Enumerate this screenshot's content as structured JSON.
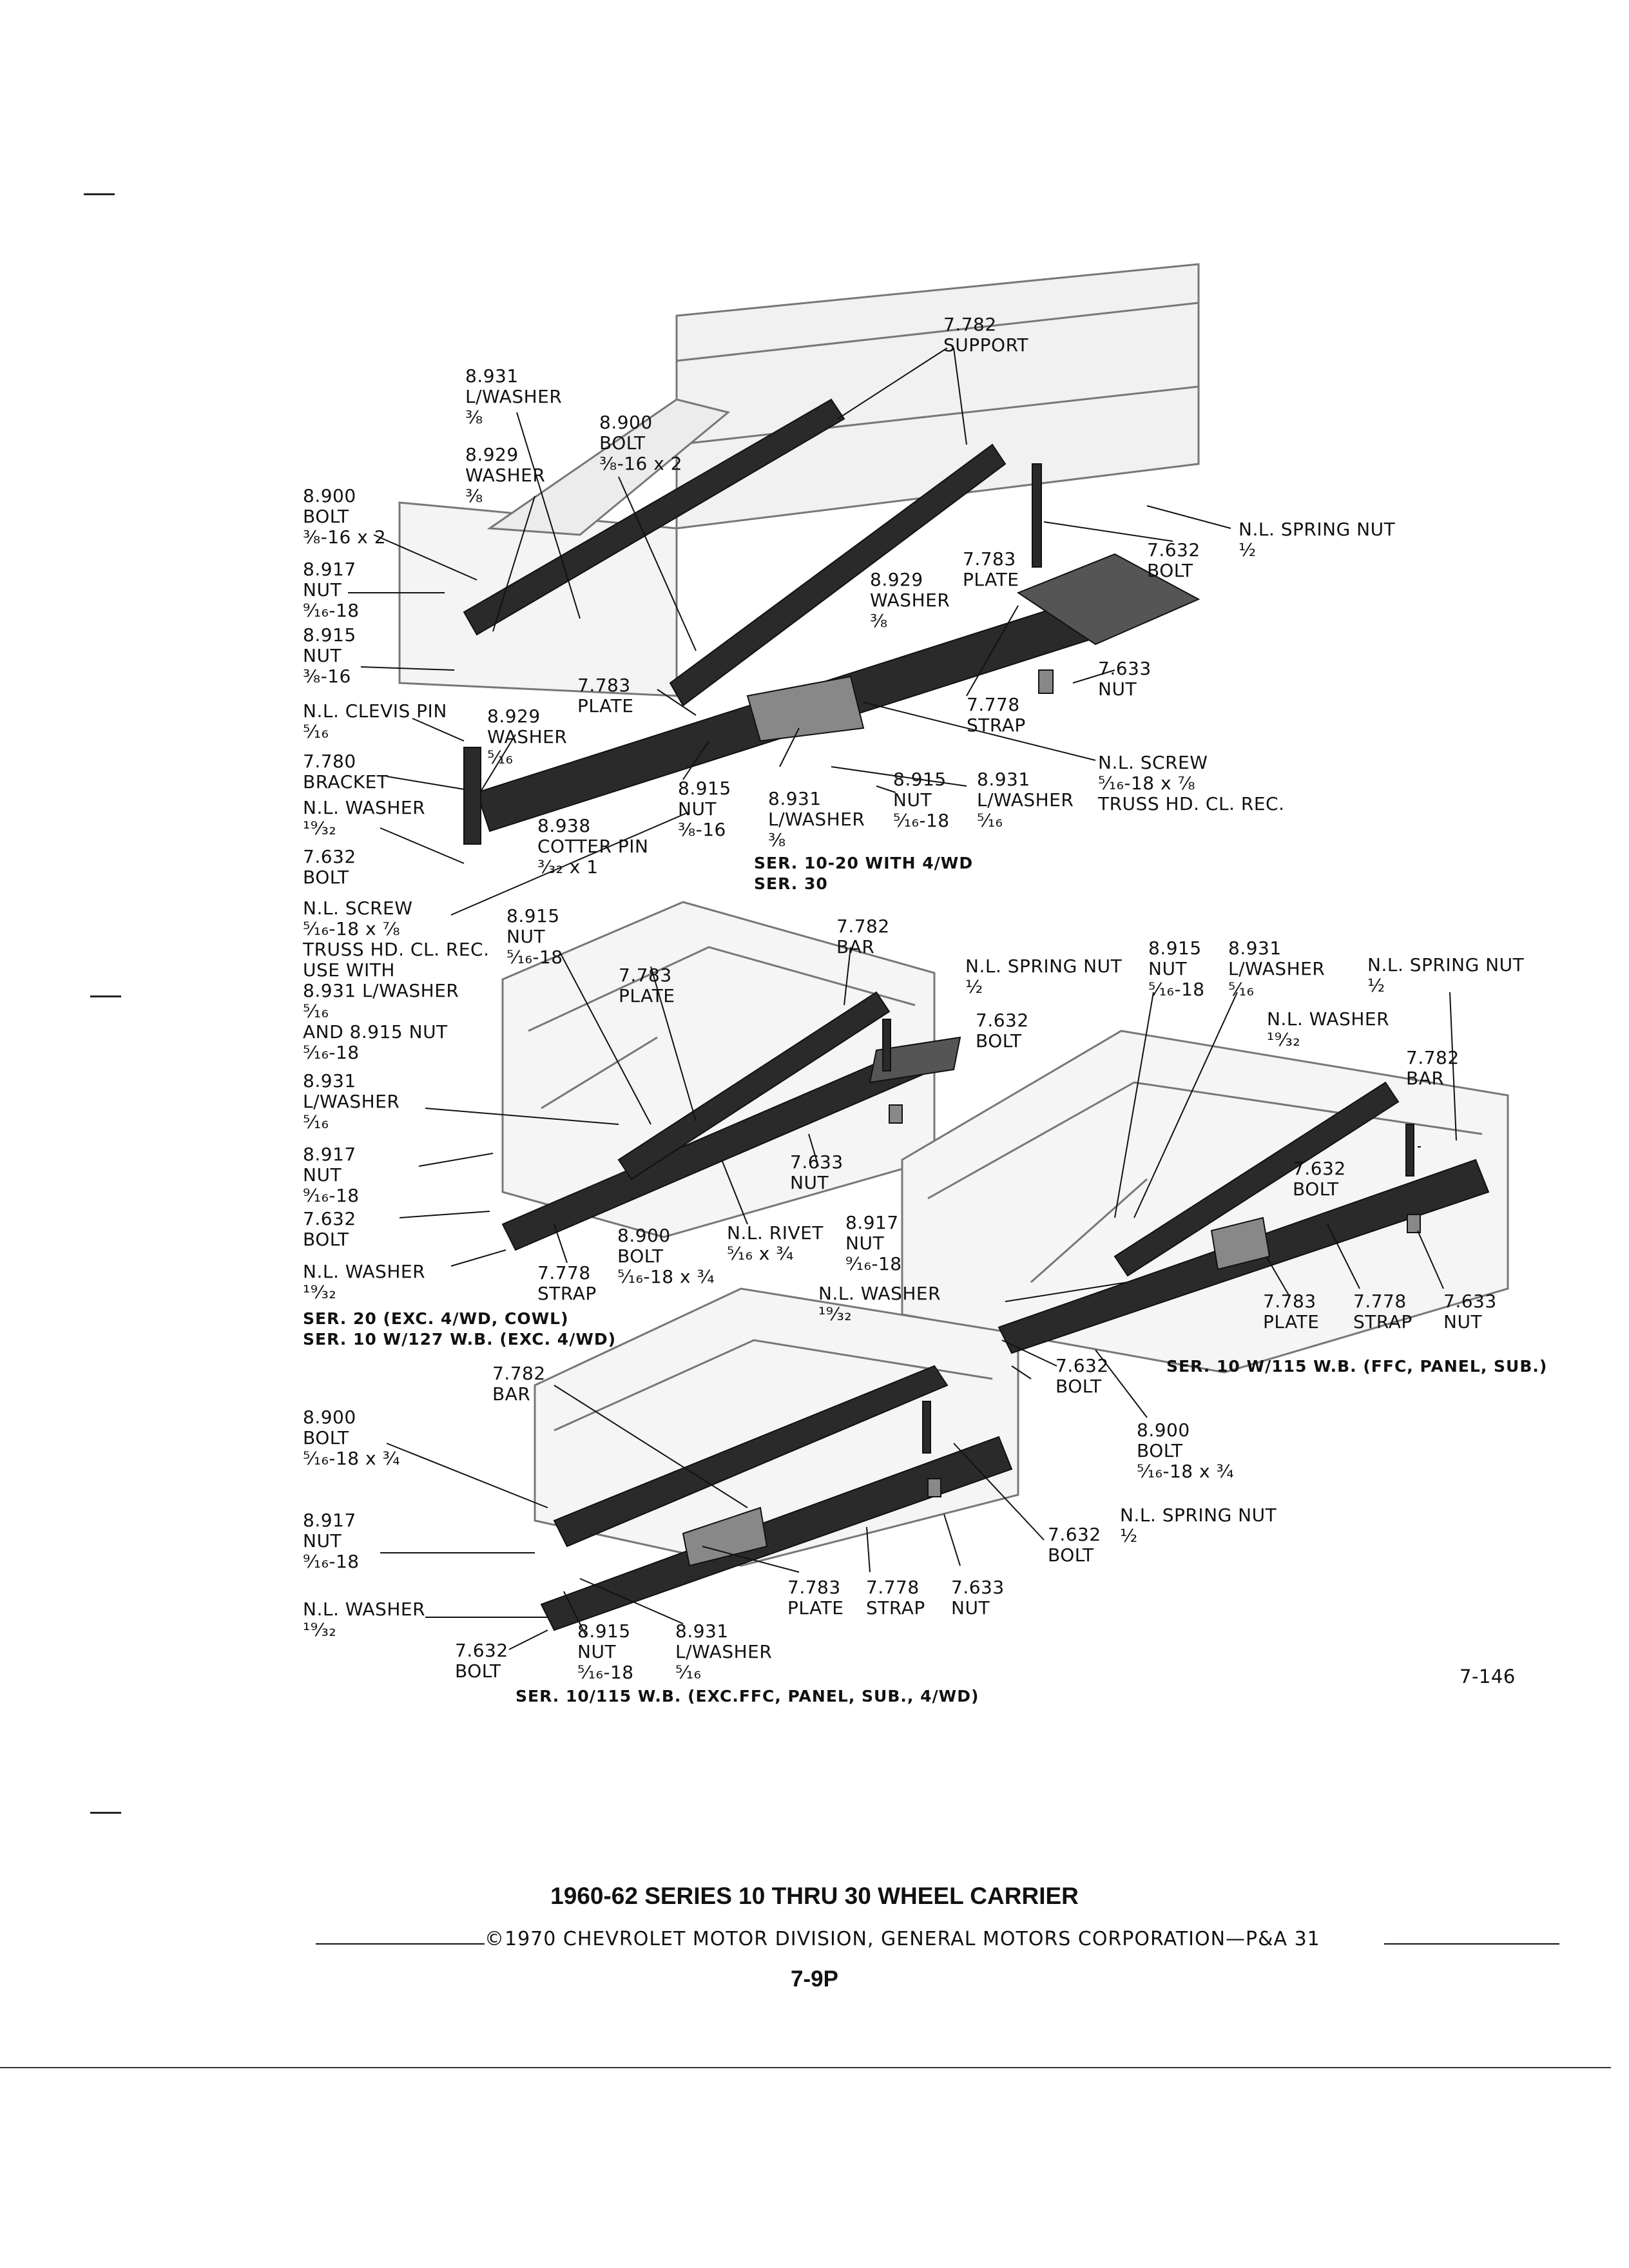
{
  "figure_number": "7-146",
  "title": "1960-62 SERIES 10 THRU 30 WHEEL CARRIER",
  "copyright": "©1970 CHEVROLET MOTOR DIVISION, GENERAL MOTORS CORPORATION—P&A 31",
  "page_number": "7-9P",
  "captions": {
    "view1": "SER. 10-20 WITH 4/WD",
    "view1b": "SER. 30",
    "view2": "SER. 20 (EXC. 4/WD, COWL)",
    "view2b": "SER. 10 W/127 W.B. (EXC. 4/WD)",
    "view3": "SER. 10 W/115 W.B. (FFC, PANEL, SUB.)",
    "view4": "SER. 10/115 W.B. (EXC.FFC, PANEL, SUB., 4/WD)"
  },
  "callouts": [
    {
      "id": "v1-support",
      "lines": [
        "7.782",
        "SUPPORT"
      ]
    },
    {
      "id": "v1-lwasher-38",
      "lines": [
        "8.931",
        "L/WASHER",
        "⅜"
      ]
    },
    {
      "id": "v1-bolt-top",
      "lines": [
        "8.900",
        "BOLT",
        "⅜-16 x 2"
      ]
    },
    {
      "id": "v1-washer-38",
      "lines": [
        "8.929",
        "WASHER",
        "⅜"
      ]
    },
    {
      "id": "v1-bolt-left",
      "lines": [
        "8.900",
        "BOLT",
        "⅜-16 x 2"
      ]
    },
    {
      "id": "v1-nut-916",
      "lines": [
        "8.917",
        "NUT",
        "⁹⁄₁₆-18"
      ]
    },
    {
      "id": "v1-nut-38",
      "lines": [
        "8.915",
        "NUT",
        "⅜-16"
      ]
    },
    {
      "id": "v1-clevis",
      "lines": [
        "N.L. CLEVIS PIN",
        "⁵⁄₁₆"
      ]
    },
    {
      "id": "v1-washer-516",
      "lines": [
        "8.929",
        "WASHER",
        "⁵⁄₁₆"
      ]
    },
    {
      "id": "v1-bracket",
      "lines": [
        "7.780",
        "BRACKET"
      ]
    },
    {
      "id": "v1-nl-washer",
      "lines": [
        "N.L. WASHER",
        "¹⁹⁄₃₂"
      ]
    },
    {
      "id": "v1-cotter",
      "lines": [
        "8.938",
        "COTTER PIN",
        "³⁄₃₂ x 1"
      ]
    },
    {
      "id": "v1-bolt-632",
      "lines": [
        "7.632",
        "BOLT"
      ]
    },
    {
      "id": "v1-plate-left",
      "lines": [
        "7.783",
        "PLATE"
      ]
    },
    {
      "id": "v1-nut-915",
      "lines": [
        "8.915",
        "NUT",
        "⅜-16"
      ]
    },
    {
      "id": "v1-lwasher-bot",
      "lines": [
        "8.931",
        "L/WASHER",
        "⅜"
      ]
    },
    {
      "id": "v1-nut-915b",
      "lines": [
        "8.915",
        "NUT",
        "⁵⁄₁₆-18"
      ]
    },
    {
      "id": "v1-lwasher-516",
      "lines": [
        "8.931",
        "L/WASHER",
        "⁵⁄₁₆"
      ]
    },
    {
      "id": "v1-washer-right",
      "lines": [
        "8.929",
        "WASHER",
        "⅜"
      ]
    },
    {
      "id": "v1-plate-right",
      "lines": [
        "7.783",
        "PLATE"
      ]
    },
    {
      "id": "v1-strap",
      "lines": [
        "7.778",
        "STRAP"
      ]
    },
    {
      "id": "v1-nut-633",
      "lines": [
        "7.633",
        "NUT"
      ]
    },
    {
      "id": "v1-bolt-632r",
      "lines": [
        "7.632",
        "BOLT"
      ]
    },
    {
      "id": "v1-spring-nut",
      "lines": [
        "N.L. SPRING NUT",
        "½"
      ]
    },
    {
      "id": "v1-screw",
      "lines": [
        "N.L. SCREW",
        "⁵⁄₁₆-18 x ⅞",
        "TRUSS HD. CL. REC."
      ]
    },
    {
      "id": "v2-screw",
      "lines": [
        "N.L. SCREW",
        "⁵⁄₁₆-18 x ⅞",
        "TRUSS HD. CL. REC.",
        "USE WITH",
        "8.931 L/WASHER",
        "⁵⁄₁₆",
        "AND 8.915 NUT",
        "⁵⁄₁₆-18"
      ]
    },
    {
      "id": "v2-nut-915",
      "lines": [
        "8.915",
        "NUT",
        "⁵⁄₁₆-18"
      ]
    },
    {
      "id": "v2-plate",
      "lines": [
        "7.783",
        "PLATE"
      ]
    },
    {
      "id": "v2-bar",
      "lines": [
        "7.782",
        "BAR"
      ]
    },
    {
      "id": "v2-spring-nut",
      "lines": [
        "N.L. SPRING NUT",
        "½"
      ]
    },
    {
      "id": "v2-bolt-632",
      "lines": [
        "7.632",
        "BOLT"
      ]
    },
    {
      "id": "v2-lwasher",
      "lines": [
        "8.931",
        "L/WASHER",
        "⁵⁄₁₆"
      ]
    },
    {
      "id": "v2-nut-917",
      "lines": [
        "8.917",
        "NUT",
        "⁹⁄₁₆-18"
      ]
    },
    {
      "id": "v2-bolt-632b",
      "lines": [
        "7.632",
        "BOLT"
      ]
    },
    {
      "id": "v2-nut-633",
      "lines": [
        "7.633",
        "NUT"
      ]
    },
    {
      "id": "v2-nl-washer",
      "lines": [
        "N.L. WASHER",
        "¹⁹⁄₃₂"
      ]
    },
    {
      "id": "v2-strap",
      "lines": [
        "7.778",
        "STRAP"
      ]
    },
    {
      "id": "v2-bolt-900",
      "lines": [
        "8.900",
        "BOLT",
        "⁵⁄₁₆-18 x ¾"
      ]
    },
    {
      "id": "v2-rivet",
      "lines": [
        "N.L. RIVET",
        "⁵⁄₁₆ x ¾"
      ]
    },
    {
      "id": "v3-nut-915",
      "lines": [
        "8.915",
        "NUT",
        "⁵⁄₁₆-18"
      ]
    },
    {
      "id": "v3-lwasher",
      "lines": [
        "8.931",
        "L/WASHER",
        "⁵⁄₁₆"
      ]
    },
    {
      "id": "v3-spring-nut",
      "lines": [
        "N.L. SPRING NUT",
        "½"
      ]
    },
    {
      "id": "v3-nl-washer-top",
      "lines": [
        "N.L. WASHER",
        "¹⁹⁄₃₂"
      ]
    },
    {
      "id": "v3-bar",
      "lines": [
        "7.782",
        "BAR"
      ]
    },
    {
      "id": "v3-bolt-632",
      "lines": [
        "7.632",
        "BOLT"
      ]
    },
    {
      "id": "v3-nut-917",
      "lines": [
        "8.917",
        "NUT",
        "⁹⁄₁₆-18"
      ]
    },
    {
      "id": "v3-nl-washer",
      "lines": [
        "N.L. WASHER",
        "¹⁹⁄₃₂"
      ]
    },
    {
      "id": "v3-plate",
      "lines": [
        "7.783",
        "PLATE"
      ]
    },
    {
      "id": "v3-strap",
      "lines": [
        "7.778",
        "STRAP"
      ]
    },
    {
      "id": "v3-nut-633",
      "lines": [
        "7.633",
        "NUT"
      ]
    },
    {
      "id": "v3-bolt-632b",
      "lines": [
        "7.632",
        "BOLT"
      ]
    },
    {
      "id": "v3-bolt-900",
      "lines": [
        "8.900",
        "BOLT",
        "⁵⁄₁₆-18 x ¾"
      ]
    },
    {
      "id": "v4-bar",
      "lines": [
        "7.782",
        "BAR"
      ]
    },
    {
      "id": "v4-bolt-900",
      "lines": [
        "8.900",
        "BOLT",
        "⁵⁄₁₆-18 x ¾"
      ]
    },
    {
      "id": "v4-nut-917",
      "lines": [
        "8.917",
        "NUT",
        "⁹⁄₁₆-18"
      ]
    },
    {
      "id": "v4-nl-washer",
      "lines": [
        "N.L. WASHER",
        "¹⁹⁄₃₂"
      ]
    },
    {
      "id": "v4-bolt-632",
      "lines": [
        "7.632",
        "BOLT"
      ]
    },
    {
      "id": "v4-nut-915",
      "lines": [
        "8.915",
        "NUT",
        "⁵⁄₁₆-18"
      ]
    },
    {
      "id": "v4-lwasher",
      "lines": [
        "8.931",
        "L/WASHER",
        "⁵⁄₁₆"
      ]
    },
    {
      "id": "v4-plate",
      "lines": [
        "7.783",
        "PLATE"
      ]
    },
    {
      "id": "v4-strap",
      "lines": [
        "7.778",
        "STRAP"
      ]
    },
    {
      "id": "v4-nut-633",
      "lines": [
        "7.633",
        "NUT"
      ]
    },
    {
      "id": "v4-bolt-632b",
      "lines": [
        "7.632",
        "BOLT"
      ]
    },
    {
      "id": "v4-spring-nut",
      "lines": [
        "N.L. SPRING NUT",
        "½"
      ]
    }
  ]
}
